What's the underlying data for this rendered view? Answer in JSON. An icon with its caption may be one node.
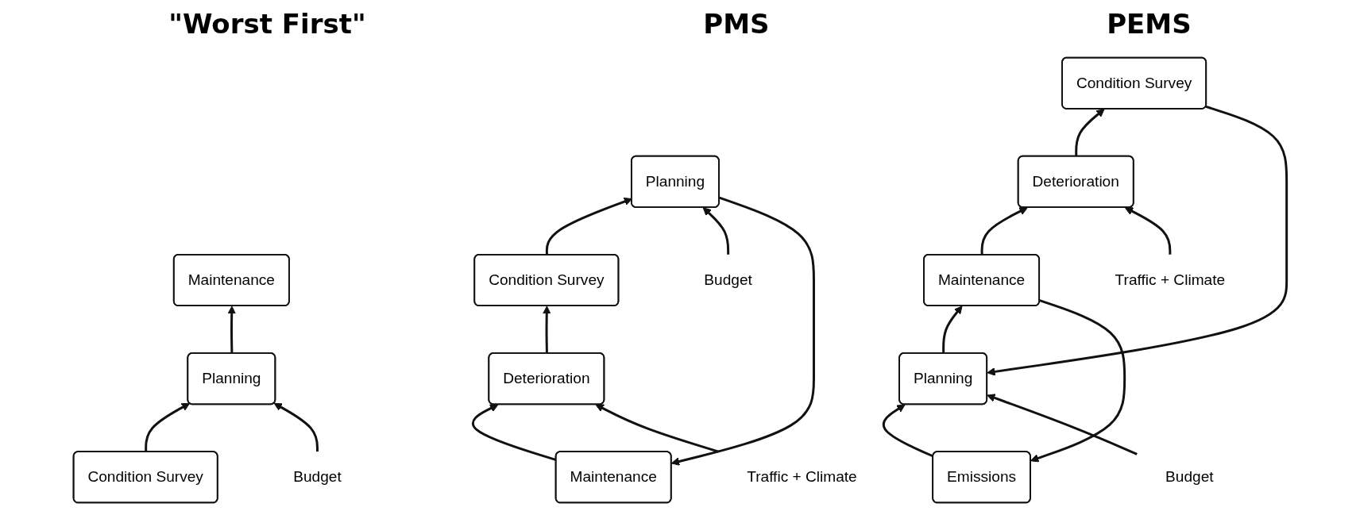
{
  "diagram": {
    "nodes": [
      {
        "text": [
          "Maintenance"
        ]
      },
      {
        "text": [
          "Planning"
        ]
      },
      {
        "text": [
          "Condition Survey"
        ]
      },
      {
        "text": [
          "Budget"
        ]
      },
      {
        "text": [
          "Maintenance"
        ]
      },
      {
        "text": [
          "Planning"
        ]
      },
      {
        "text": [
          "Deterioration"
        ]
      },
      {
        "text": [
          "Condition Survey"
        ]
      },
      {
        "text": [
          "Budget"
        ]
      },
      {
        "text": [
          "Traffic + Climate"
        ]
      },
      {
        "text": [
          "Emissions"
        ]
      },
      {
        "text": [
          "Maintenance"
        ]
      },
      {
        "text": [
          "Planning"
        ]
      },
      {
        "text": [
          "Deterioration"
        ]
      },
      {
        "text": [
          "Condition Survey"
        ]
      },
      {
        "text": [
          "Budget"
        ]
      },
      {
        "text": [
          "Traffic + Climate"
        ]
      }
    ],
    "edges": [
      {
        "from": 1,
        "to": 0,
        "arrow": "to"
      },
      {
        "from": 2,
        "to": 1,
        "arrow": "to"
      },
      {
        "from": 3,
        "to": 1,
        "arrow": "to"
      },
      {
        "from": 5,
        "to": 4,
        "arrow": "to"
      },
      {
        "from": 4,
        "to": 6,
        "arrow": "to"
      },
      {
        "from": 6,
        "to": 7,
        "arrow": "to"
      },
      {
        "from": 7,
        "to": 5,
        "arrow": "to"
      },
      {
        "from": 8,
        "to": 5,
        "arrow": "to"
      },
      {
        "from": 9,
        "to": 6,
        "arrow": "to"
      },
      {
        "from": 11,
        "to": 10,
        "arrow": "to"
      },
      {
        "from": 10,
        "to": 12,
        "arrow": "to"
      },
      {
        "from": 12,
        "to": 11,
        "arrow": "to"
      },
      {
        "from": 11,
        "to": 13,
        "arrow": "to"
      },
      {
        "from": 13,
        "to": 14,
        "arrow": "to"
      },
      {
        "from": 14,
        "to": 12,
        "arrow": "to"
      },
      {
        "from": 15,
        "to": 12,
        "arrow": "to"
      },
      {
        "from": 16,
        "to": 13,
        "arrow": "to"
      }
    ],
    "labels": [
      "\"Worst First\"",
      "PMS",
      "PEMS"
    ]
  }
}
